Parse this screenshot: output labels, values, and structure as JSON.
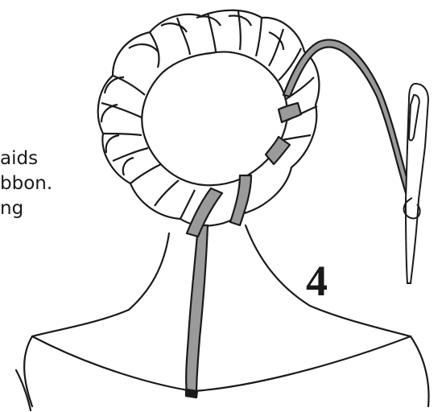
{
  "caption": {
    "lines": [
      "aids",
      "bbon.",
      "ng"
    ]
  },
  "step_number": "4",
  "colors": {
    "line": "#1a1a1a",
    "ribbon": "#9a9a9a",
    "hair_fill": "#ffffff"
  },
  "icons": {
    "illustration": "braided-crown-with-ribbon-and-needle"
  }
}
